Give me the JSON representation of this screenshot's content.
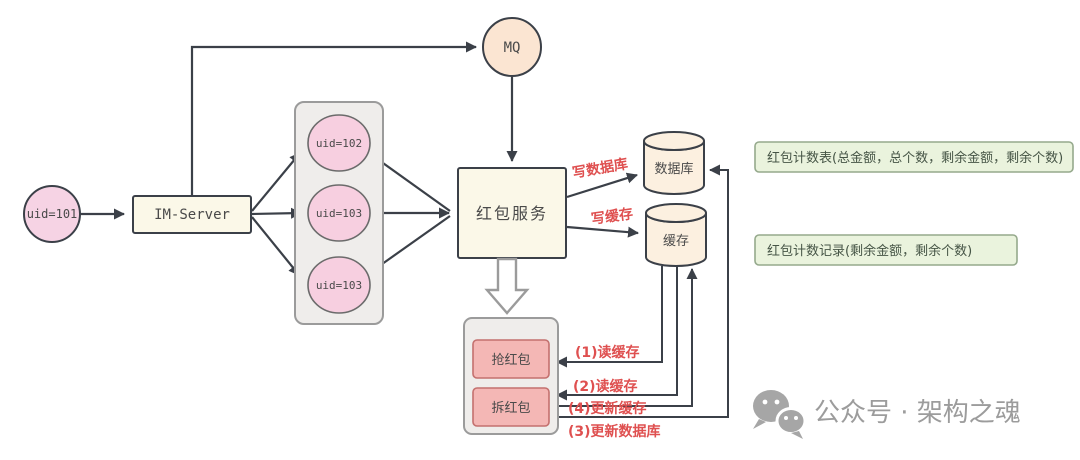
{
  "palette": {
    "line": "#3b4048",
    "pink": "#f6d3e4",
    "peach": "#fbe5d2",
    "cream": "#fcf0e0",
    "ivory": "#fbf8e8",
    "panel_gray": "#efedeb",
    "salmon": "#f4b7b5",
    "green_fill": "#eaf3dd",
    "green_border": "#95a98c",
    "red_annotation": "#df5050",
    "footer_gray": "#9c9c9c"
  },
  "nodes": {
    "uid101": "uid=101",
    "im_server": "IM-Server",
    "mq": "MQ",
    "uid102": "uid=102",
    "uid103a": "uid=103",
    "uid103b": "uid=103",
    "redpacket_service": "红包服务",
    "database": "数据库",
    "cache": "缓存",
    "grab_redpacket": "抢红包",
    "open_redpacket": "拆红包"
  },
  "annotations": {
    "write_db": "写数据库",
    "write_cache": "写缓存",
    "step1": "(1)读缓存",
    "step2": "(2)读缓存",
    "step4": "(4)更新缓存",
    "step3": "(3)更新数据库"
  },
  "notes": {
    "counter_table": "红包计数表(总金额，总个数，剩余金额，剩余个数)",
    "counter_record": "红包计数记录(剩余金额，剩余个数)"
  },
  "footer": {
    "wechat_label": "公众号 · 架构之魂"
  }
}
